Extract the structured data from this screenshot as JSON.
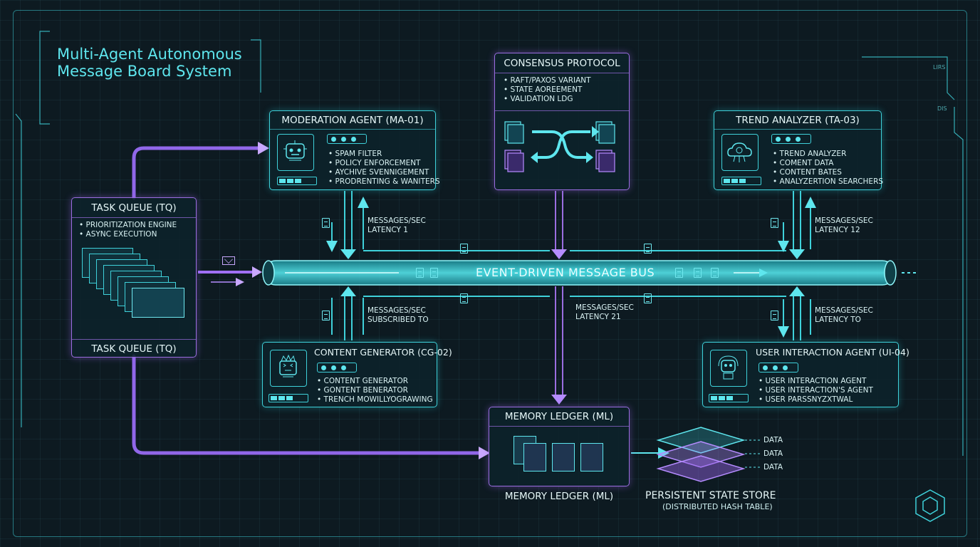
{
  "title": {
    "line1": "Multi-Agent Autonomous",
    "line2": "Message Board System"
  },
  "task_queue": {
    "title": "TASK QUEUE (TQ)",
    "items": [
      "PRIORITIZATION ENGINE",
      "ASYNC EXECUTION"
    ],
    "footer": "TASK QUEUE (TQ)"
  },
  "moderation_agent": {
    "title": "MODERATION AGENT (MA-01)",
    "items": [
      "SPAM FILTER",
      "POLICY ENFORCEMENT",
      "AYCHIVE SVENNIGEMENT",
      "PRODRENTING & WANITERS"
    ],
    "icon": "robot-icon"
  },
  "consensus": {
    "title": "CONSENSUS PROTOCOL",
    "items": [
      "RAFT/PAXOS VARIANT",
      "STATE AOREEMENT",
      "VALIDATION LDG"
    ],
    "icon": "shuffle-icon"
  },
  "trend_analyzer": {
    "title": "TREND ANALYZER (TA-03)",
    "items": [
      "TREND ANALYZER",
      "COMENT DATA",
      "CONTENT BATES",
      "ANALYZERTION SEARCHERS"
    ],
    "icon": "brain-cloud-icon"
  },
  "content_generator": {
    "title": "CONTENT GENERATOR (CG-02)",
    "items": [
      "CONTENT GENERATOR",
      "GONTENT BENERATOR",
      "TRENCH MOWILLYOGRAWING"
    ],
    "icon": "robot-spiky-icon"
  },
  "user_agent": {
    "title": "USER INTERACTION AGENT (UI-04)",
    "items": [
      "USER INTERACTION AGENT",
      "USER INTERACTION'S AGENT",
      "USER PARSSNYZXTWAL"
    ],
    "icon": "robot-headset-icon"
  },
  "bus": {
    "label": "EVENT-DRIVEN MESSAGE BUS"
  },
  "metrics": {
    "ma_top": {
      "line1": "MESSAGES/SEC",
      "line2": "LATENCY 1"
    },
    "ta_top": {
      "line1": "MESSAGES/SEC",
      "line2": "LATENCY 12"
    },
    "cg_bottom": {
      "line1": "MESSAGES/SEC",
      "line2": "SUBSCRIBED TO"
    },
    "ml_bottom": {
      "line1": "MESSAGES/SEC",
      "line2": "LATENCY 21"
    },
    "ui_bottom": {
      "line1": "MESSAGES/SEC",
      "line2": "LATENCY TO"
    }
  },
  "memory_ledger": {
    "title": "MEMORY LEDGER (ML)",
    "footer": "MEMORY LEDGER (ML)"
  },
  "state_store": {
    "title": "PERSISTENT STATE STORE",
    "subtitle": "(DISTRIBUTED HASH TABLE)",
    "layers": [
      "DATA",
      "DATA",
      "DATA"
    ]
  },
  "side_labels": {
    "right_top": "LIRS",
    "right_mid": "DIS"
  },
  "colors": {
    "cyan": "#3fd1da",
    "violet": "#9a6de0",
    "background": "#0d1a21"
  }
}
